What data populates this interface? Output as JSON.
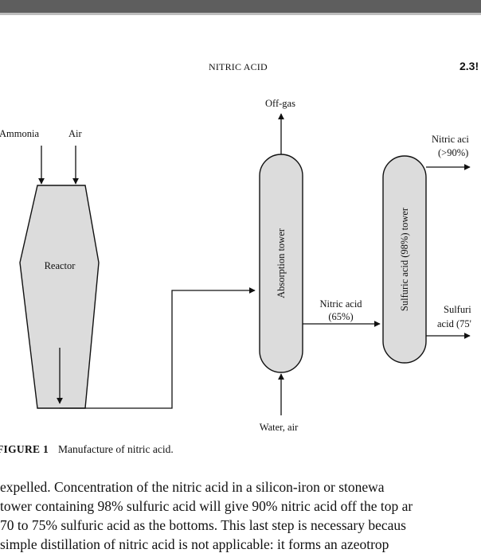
{
  "header": {
    "running_head": "NITRIC ACID",
    "page_number": "2.3!"
  },
  "diagram": {
    "labels": {
      "ammonia": "Ammonia",
      "air": "Air",
      "reactor": "Reactor",
      "off_gas": "Off-gas",
      "absorption_tower": "Absorption tower",
      "sulfuric_tower": "Sulfuric acid (98%) tower",
      "nitric_acid_65_line1": "Nitric acid",
      "nitric_acid_65_line2": "(65%)",
      "nitric_acid_90_line1": "Nitric aci",
      "nitric_acid_90_line2": "(>90%)",
      "sulfuric_out_line1": "Sulfuri",
      "sulfuric_out_line2": "acid (75'",
      "water_air": "Water, air"
    },
    "colors": {
      "vessel_fill": "#dcdcdc",
      "stroke": "#111111"
    }
  },
  "caption": {
    "label": "FIGURE 1",
    "text": "Manufacture of nitric acid."
  },
  "body": {
    "lines": [
      "expelled. Concentration of the nitric acid in a silicon-iron or stonewa",
      "tower containing 98% sulfuric acid will give 90% nitric acid off the top ar",
      "70 to 75% sulfuric acid as the bottoms. This last step is necessary becaus",
      "simple distillation of nitric acid is not applicable: it forms an azeotrop"
    ]
  }
}
